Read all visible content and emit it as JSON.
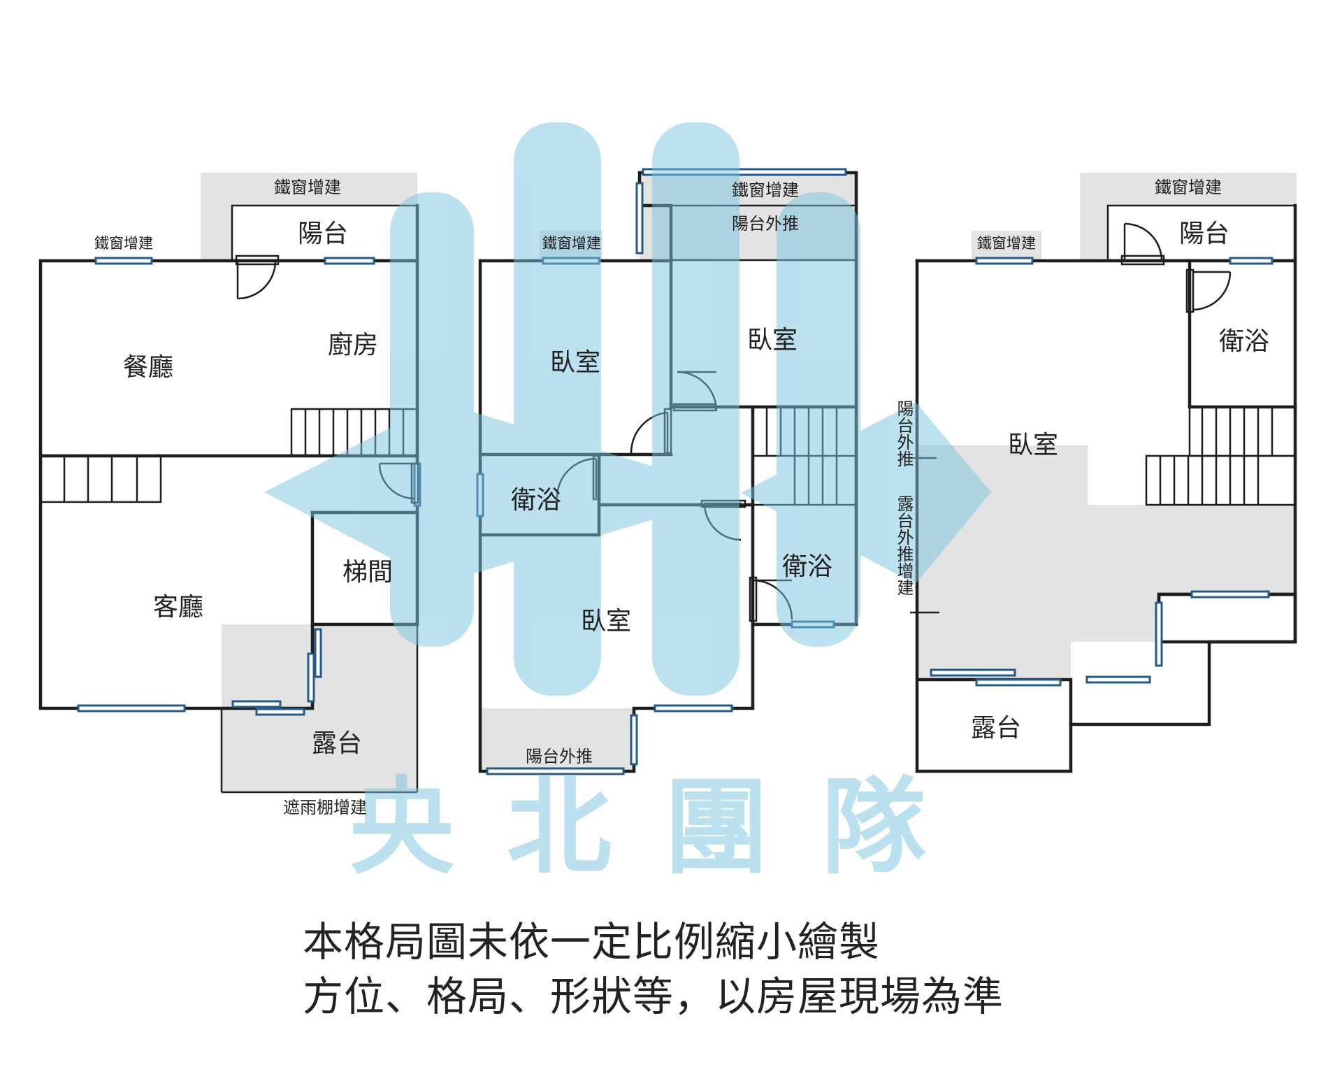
{
  "watermark": {
    "text": "央北團隊",
    "color": "#79c3df"
  },
  "colors": {
    "wall": "#1d1d1d",
    "window": "#235a8c",
    "extension_fill": "#e3e3e3",
    "watermark": "#79c3df"
  },
  "floor_1": {
    "rooms": {
      "dining": "餐廳",
      "kitchen": "廚房",
      "balcony": "陽台",
      "living": "客廳",
      "stairwell": "梯間",
      "terrace": "露台"
    },
    "notes": {
      "iron_window_top": "鐵窗增建",
      "iron_window_left": "鐵窗增建",
      "canopy": "遮雨棚增建"
    }
  },
  "floor_2": {
    "rooms": {
      "bedroom_a": "臥室",
      "bedroom_b": "臥室",
      "bath_a": "衛浴",
      "bath_b": "衛浴",
      "bedroom_c": "臥室"
    },
    "notes": {
      "iron_window_top": "鐵窗增建",
      "balcony_push_top": "陽台外推",
      "iron_window_left": "鐵窗增建",
      "balcony_push_bottom": "陽台外推"
    }
  },
  "floor_3": {
    "rooms": {
      "balcony": "陽台",
      "bath": "衛浴",
      "bedroom": "臥室",
      "terrace": "露台"
    },
    "notes": {
      "iron_window_top": "鐵窗增建",
      "iron_window_left": "鐵窗增建",
      "balcony_push": "陽台外推",
      "terrace_push": "露台外推增建"
    }
  },
  "disclaimer": {
    "line1": "本格局圖未依一定比例縮小繪製",
    "line2": "方位、格局、形狀等，以房屋現場為準"
  }
}
